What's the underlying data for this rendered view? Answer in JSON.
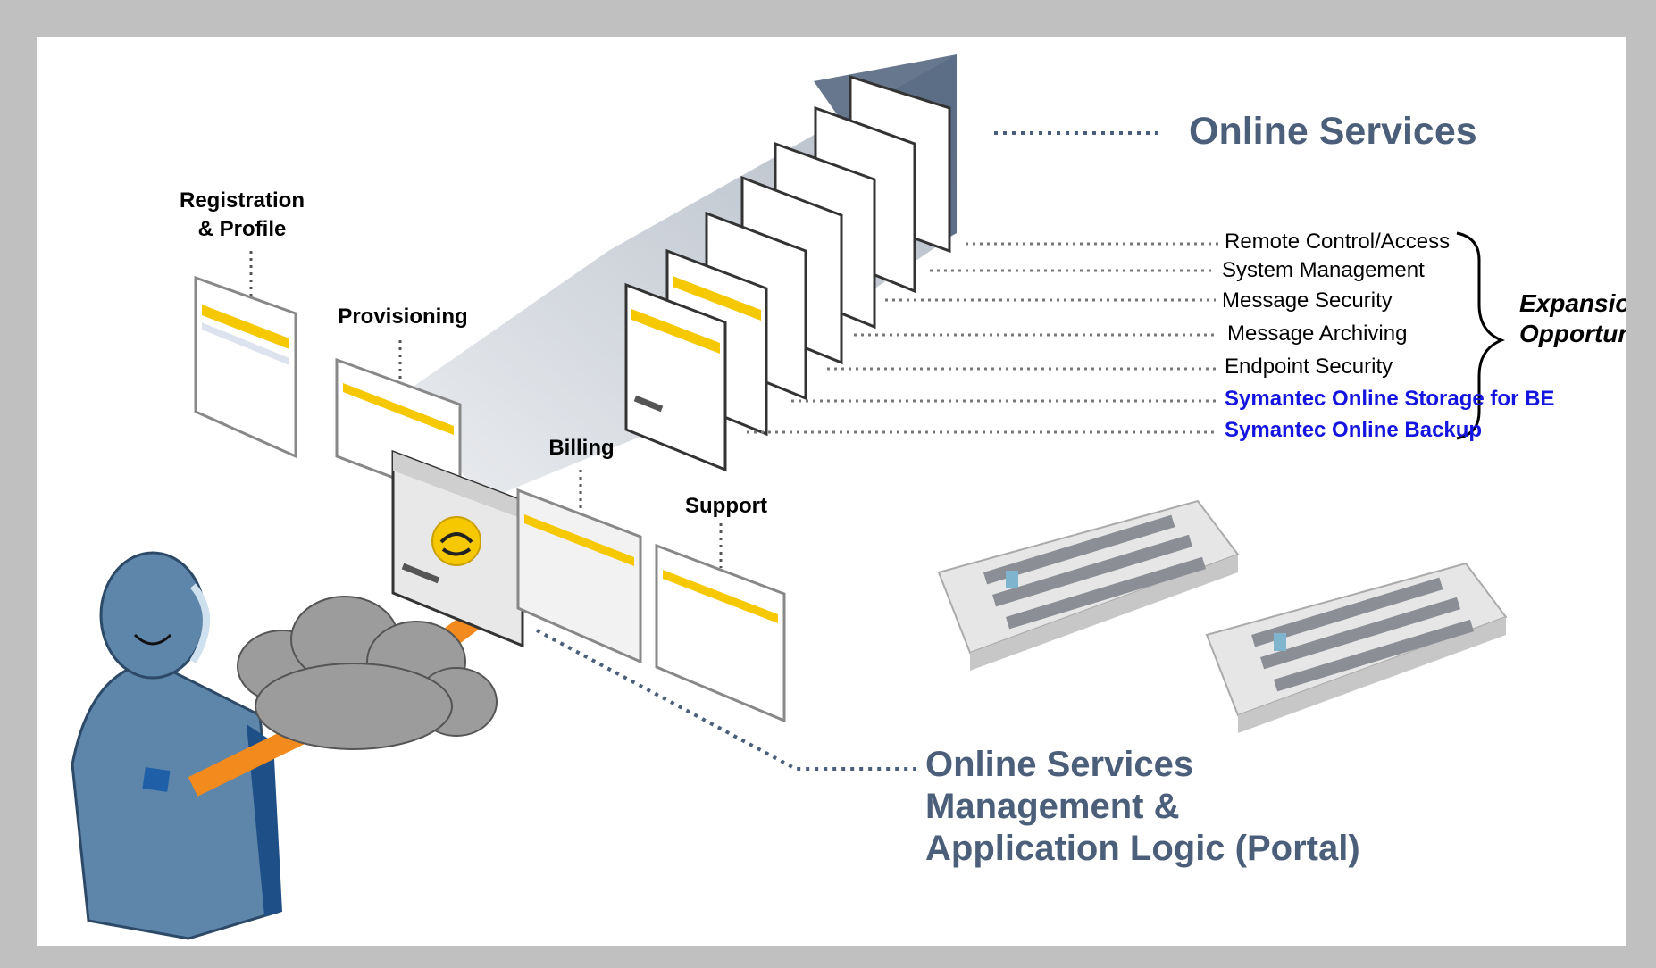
{
  "colors": {
    "title_blue": "#4c5f7a",
    "link_blue": "#1515e0",
    "connection_orange": "#f28a1e",
    "person_blue": "#5e86ab",
    "cloud_gray": "#9c9c9c",
    "frame_border": "#808080",
    "ui_yellow": "#f5c800"
  },
  "icons": [
    "user-icon",
    "cloud-icon",
    "symantec-logo-icon",
    "datacenter-icon"
  ],
  "labels": {
    "online_services": "Online Services",
    "portal_line1": "Online Services",
    "portal_line2": "Management &",
    "portal_line3": "Application Logic (Portal)",
    "expansion_line1": "Expansion",
    "expansion_line2": "Opportunity"
  },
  "stages": [
    {
      "line1": "Registration",
      "line2": "& Profile"
    },
    {
      "line1": "Provisioning",
      "line2": ""
    },
    {
      "line1": "Billing",
      "line2": ""
    },
    {
      "line1": "Support",
      "line2": ""
    }
  ],
  "services": [
    "Remote Control/Access",
    "System Management",
    "Message Security",
    "Message Archiving",
    "Endpoint Security",
    "Symantec Online Storage for BE",
    "Symantec Online Backup"
  ]
}
